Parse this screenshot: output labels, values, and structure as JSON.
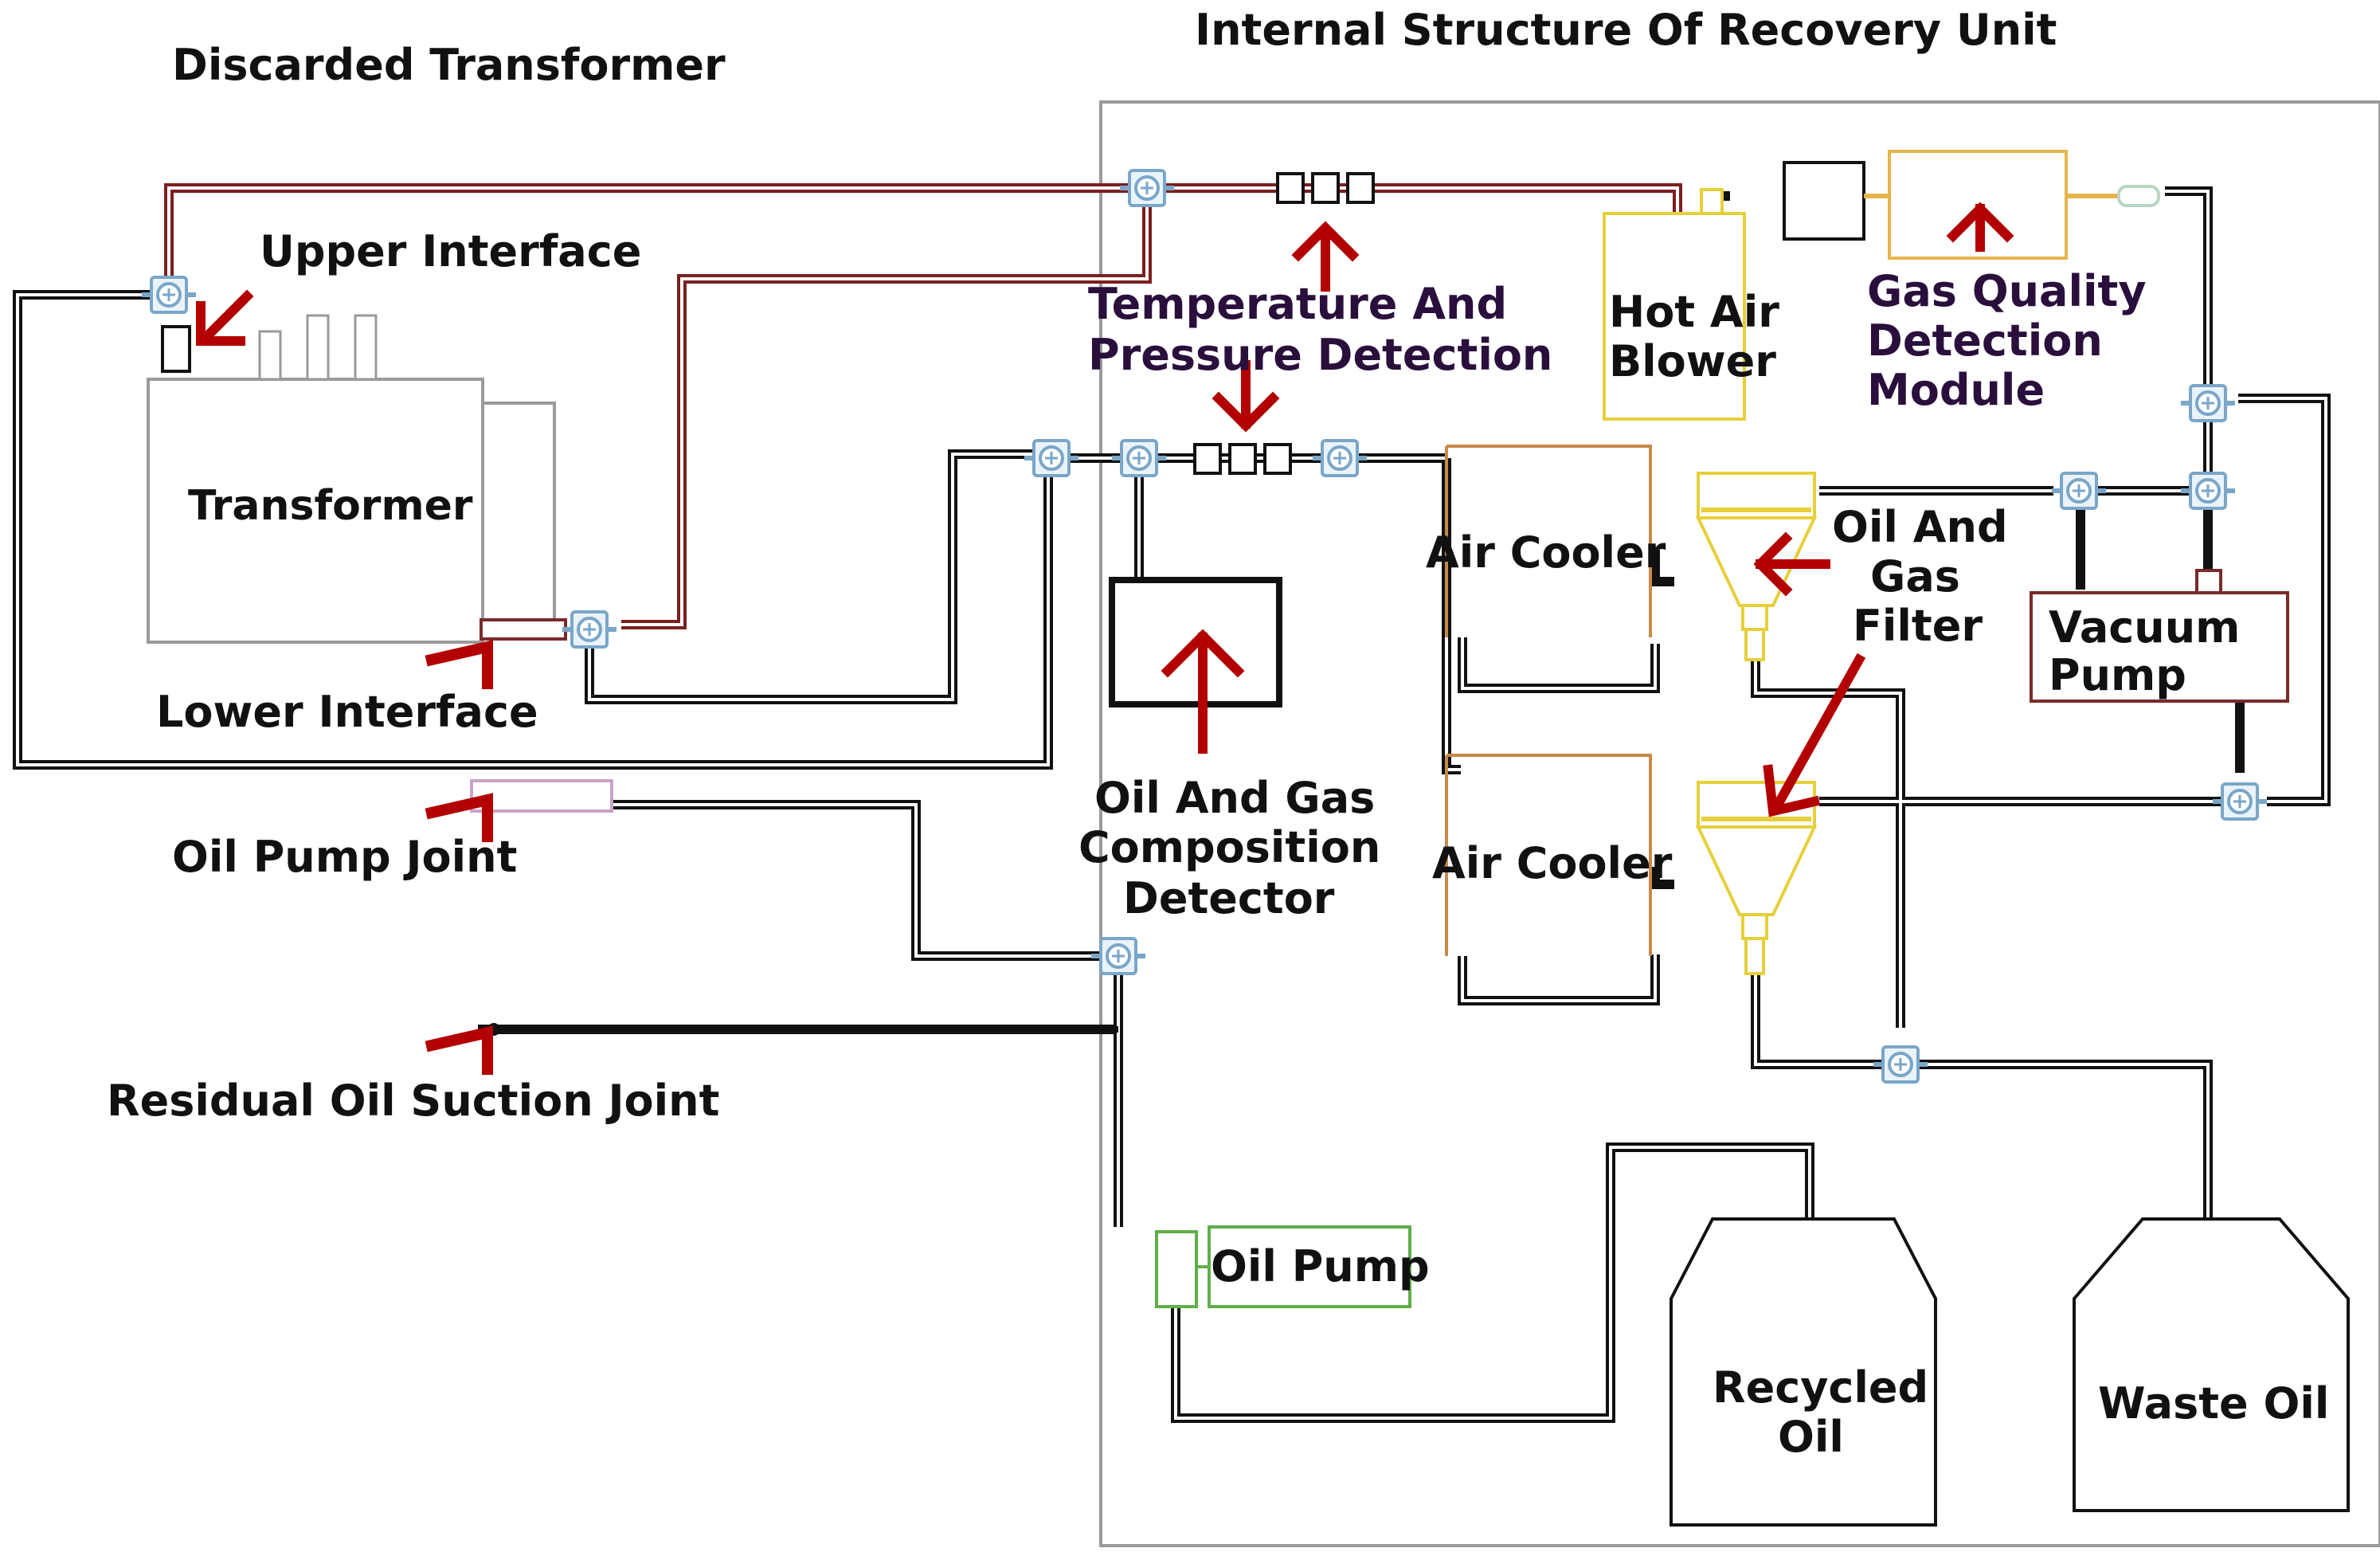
{
  "labels": {
    "discarded_transformer": "Discarded Transformer",
    "internal_structure": "Internal Structure Of Recovery Unit",
    "upper_interface": "Upper Interface",
    "transformer": "Transformer",
    "lower_interface": "Lower Interface",
    "oil_pump_joint": "Oil Pump Joint",
    "residual_oil_suction_joint": "Residual Oil Suction Joint",
    "temp_pressure_line1": "Temperature And",
    "temp_pressure_line2": "Pressure Detection",
    "hot_air_line1": "Hot Air",
    "hot_air_line2": "Blower",
    "gas_quality_line1": "Gas Quality",
    "gas_quality_line2": "Detection",
    "gas_quality_line3": "Module",
    "air_cooler_top": "Air Cooler",
    "air_cooler_bottom": "Air Cooler",
    "filter_line1": "Oil And",
    "filter_line2": "Gas",
    "filter_line3": "Filter",
    "vacuum_line1": "Vacuum",
    "vacuum_line2": "Pump",
    "detector_line1": "Oil And Gas",
    "detector_line2": "Composition",
    "detector_line3": "Detector",
    "oil_pump": "Oil Pump",
    "recycled_line1": "Recycled",
    "recycled_line2": "Oil",
    "waste_oil": "Waste Oil"
  },
  "colors": {
    "pipe_dark": "#111111",
    "pipe_red": "#7a1f1f",
    "arrow_red": "#b30000",
    "valve_blue": "#7aa6c8",
    "yellow": "#e6cf3a",
    "orange": "#c8894a",
    "green": "#5fae4a",
    "brown": "#7a2a2a",
    "purple_text": "#2a0f3d",
    "gray": "#9a9a9a"
  }
}
